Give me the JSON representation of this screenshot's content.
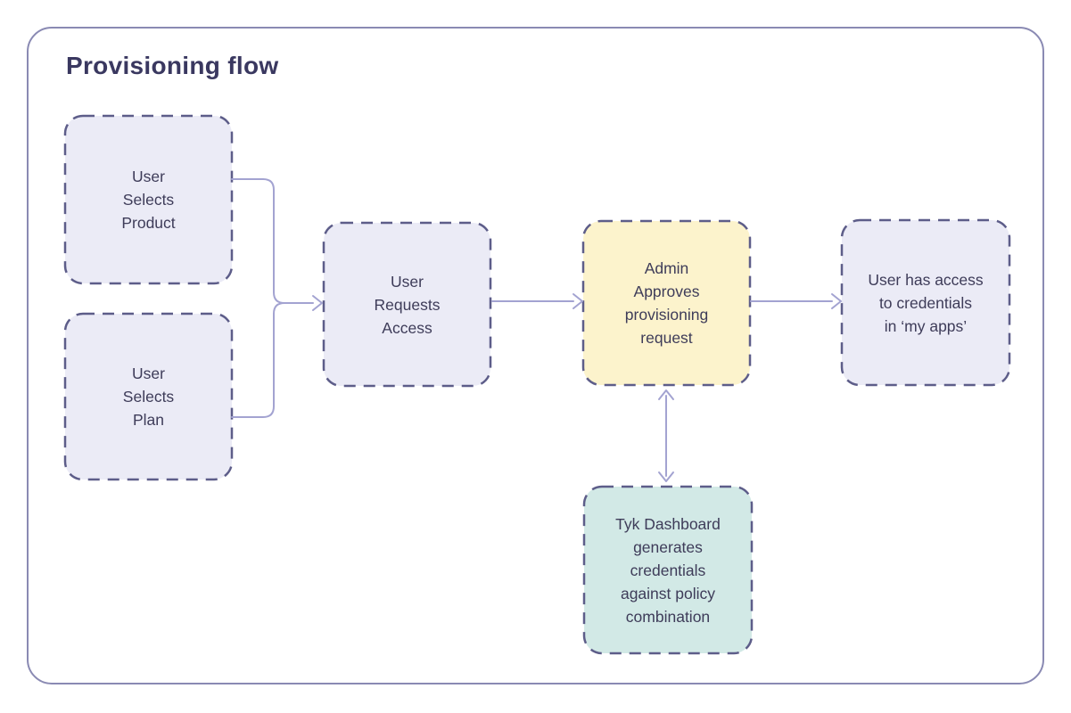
{
  "title": "Provisioning flow",
  "colors": {
    "frame_border": "#8a8ab3",
    "dashed_border": "#5d5d89",
    "arrow": "#a3a3d1",
    "text": "#3e3c59",
    "lavender_fill": "#ebebf6",
    "yellow_fill": "#fcf3cc",
    "teal_fill": "#d2e9e6"
  },
  "nodes": {
    "product": {
      "label": "User\nSelects\nProduct",
      "fill": "#ebebf6"
    },
    "plan": {
      "label": "User\nSelects\nPlan",
      "fill": "#ebebf6"
    },
    "requests": {
      "label": "User\nRequests\nAccess",
      "fill": "#ebebf6"
    },
    "admin": {
      "label": "Admin\nApproves\nprovisioning\nrequest",
      "fill": "#fcf3cc"
    },
    "access": {
      "label": "User has access\nto credentials\nin ‘my apps’",
      "fill": "#ebebf6"
    },
    "tyk": {
      "label": "Tyk Dashboard\ngenerates\ncredentials\nagainst policy\ncombination",
      "fill": "#d2e9e6"
    }
  },
  "edges": [
    {
      "from": "User Selects Product",
      "to": "User Requests Access",
      "bidirectional": false
    },
    {
      "from": "User Selects Plan",
      "to": "User Requests Access",
      "bidirectional": false
    },
    {
      "from": "User Requests Access",
      "to": "Admin Approves provisioning request",
      "bidirectional": false
    },
    {
      "from": "Admin Approves provisioning request",
      "to": "User has access to credentials in ‘my apps’",
      "bidirectional": false
    },
    {
      "from": "Admin Approves provisioning request",
      "to": "Tyk Dashboard generates credentials against policy combination",
      "bidirectional": true
    }
  ]
}
